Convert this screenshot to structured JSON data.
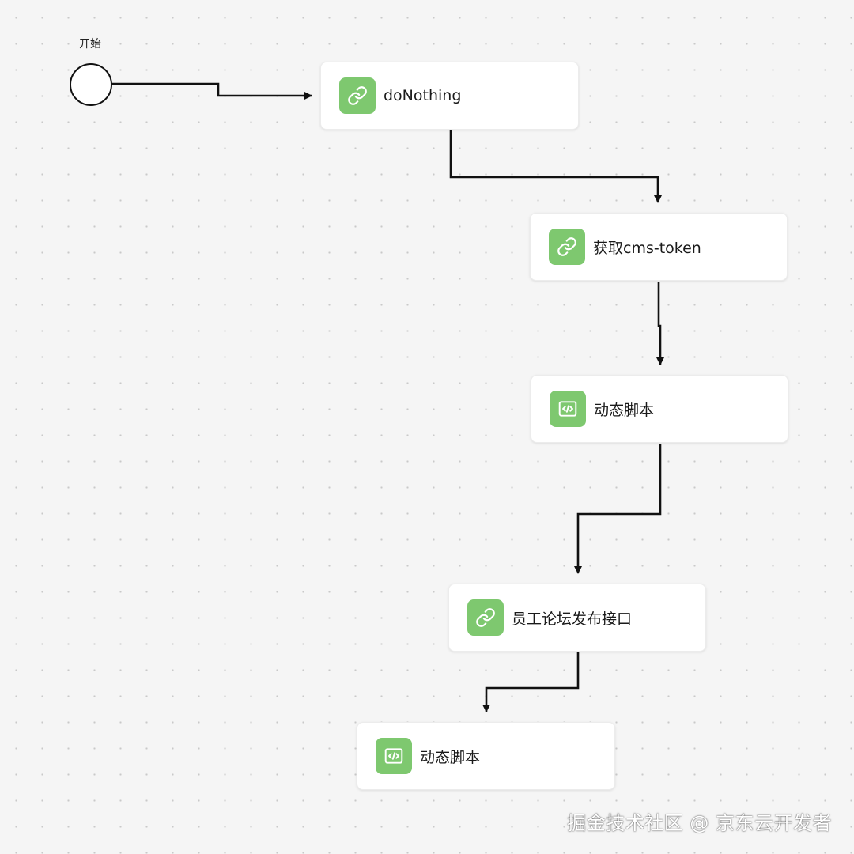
{
  "start": {
    "label": "开始"
  },
  "nodes": [
    {
      "label": "doNothing",
      "icon": "link-icon"
    },
    {
      "label": "获取cms-token",
      "icon": "link-icon"
    },
    {
      "label": "动态脚本",
      "icon": "code-icon"
    },
    {
      "label": "员工论坛发布接口",
      "icon": "link-icon"
    },
    {
      "label": "动态脚本",
      "icon": "code-icon"
    }
  ],
  "watermark": "掘金技术社区 @ 京东云开发者",
  "colors": {
    "icon_bg": "#7ec86f",
    "edge": "#111111",
    "canvas": "#f5f5f5"
  }
}
